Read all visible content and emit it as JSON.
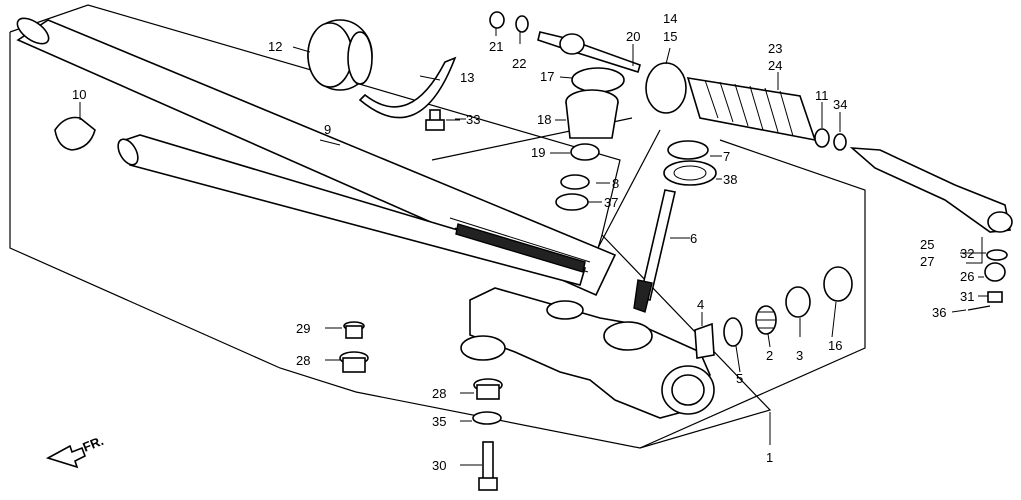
{
  "diagram": {
    "title": "Steering gear box exploded diagram",
    "callouts": {
      "p1": "1",
      "p2": "2",
      "p3": "3",
      "p4": "4",
      "p5": "5",
      "p6": "6",
      "p7": "7",
      "p8": "8",
      "p9": "9",
      "p10": "10",
      "p11": "11",
      "p12": "12",
      "p13": "13",
      "p14": "14",
      "p15": "15",
      "p16": "16",
      "p17": "17",
      "p18": "18",
      "p19": "19",
      "p20": "20",
      "p21": "21",
      "p22": "22",
      "p23": "23",
      "p24": "24",
      "p25": "25",
      "p26": "26",
      "p27": "27",
      "p28a": "28",
      "p28b": "28",
      "p29": "29",
      "p30": "30",
      "p31": "31",
      "p32": "32",
      "p33": "33",
      "p34": "34",
      "p35": "35",
      "p36": "36",
      "p37": "37",
      "p38": "38"
    },
    "front_arrow": "FR."
  }
}
